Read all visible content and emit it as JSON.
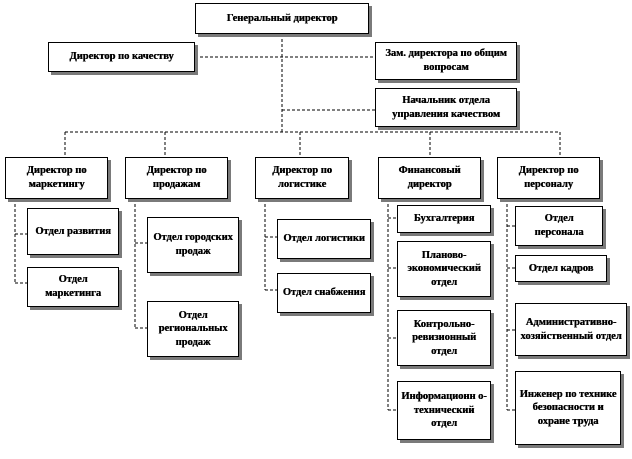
{
  "org": {
    "ceo": "Генеральный директор",
    "quality_director": "Директор по качеству",
    "deputy_general": "Зам. директора по общим вопросам",
    "quality_head": "Начальник отдела управления качеством",
    "marketing_director": "Директор по маркетингу",
    "marketing_depts": [
      "Отдел развития",
      "Отдел маркетинга"
    ],
    "sales_director": "Директор по продажам",
    "sales_depts": [
      "Отдел городских продаж",
      "Отдел региональных продаж"
    ],
    "logistics_director": "Директор по логистике",
    "logistics_depts": [
      "Отдел логистики",
      "Отдел снабжения"
    ],
    "finance_director": "Финансовый директор",
    "finance_depts": [
      "Бухгалтерия",
      "Планово-экономический отдел",
      "Контрольно-ревизионный отдел",
      "Информационн о-технический отдел"
    ],
    "hr_director": "Директор по персоналу",
    "hr_depts": [
      "Отдел персонала",
      "Отдел кадров",
      "Административно-хозяйственный отдел",
      "Инженер по технике безопасности и охране труда"
    ]
  }
}
